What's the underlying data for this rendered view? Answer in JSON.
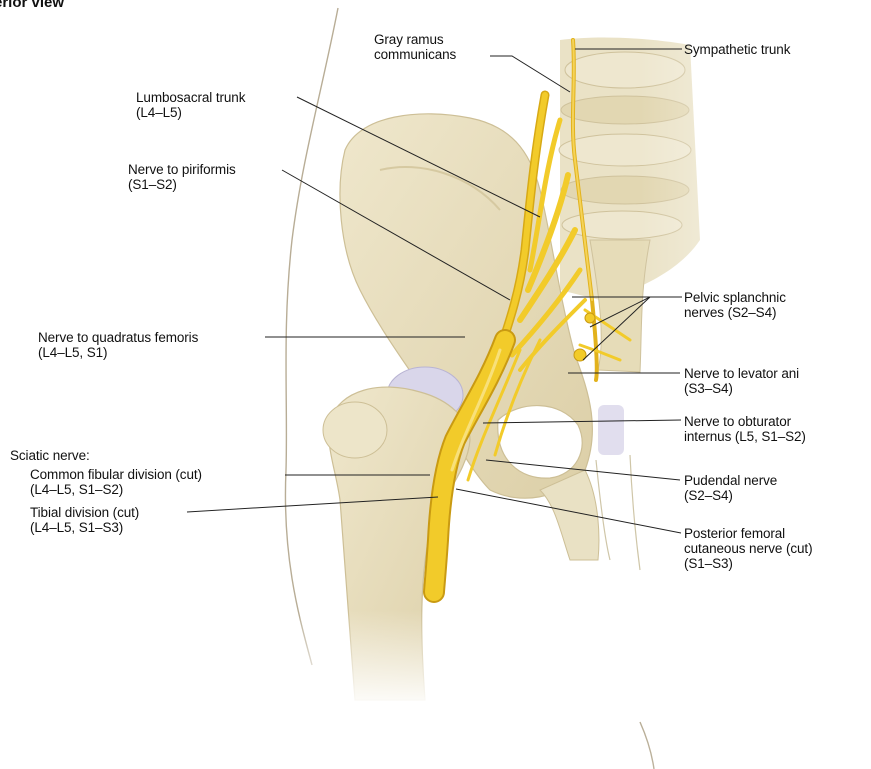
{
  "figure": {
    "view_title": "erior view",
    "colors": {
      "nerve": "#f2cb2a",
      "nerve_outline": "#c99a12",
      "bone": "#ece4c7",
      "bone_shadow": "#d8cba2",
      "cartilage": "#d9d6ea",
      "leader": "#222222",
      "body_outline": "#b8ad96"
    }
  },
  "labels": {
    "gray_ramus": "Gray ramus\ncommunicans",
    "sympathetic_trunk": "Sympathetic trunk",
    "lumbosacral_trunk": "Lumbosacral trunk\n(L4–L5)",
    "nerve_to_piriformis": "Nerve to piriformis\n(S1–S2)",
    "pelvic_splanchnic": "Pelvic splanchnic\nnerves (S2–S4)",
    "nerve_to_quadratus": "Nerve to quadratus femoris\n(L4–L5, S1)",
    "nerve_to_levator": "Nerve to levator ani\n(S3–S4)",
    "nerve_to_obturator": "Nerve to obturator\ninternus (L5, S1–S2)",
    "sciatic_nerve": "Sciatic nerve:",
    "common_fibular": "Common fibular division (cut)\n(L4–L5, S1–S2)",
    "tibial_division": "Tibial division (cut)\n(L4–L5, S1–S3)",
    "pudendal_nerve": "Pudendal nerve\n(S2–S4)",
    "posterior_femoral": "Posterior femoral\ncutaneous nerve (cut)\n(S1–S3)"
  }
}
